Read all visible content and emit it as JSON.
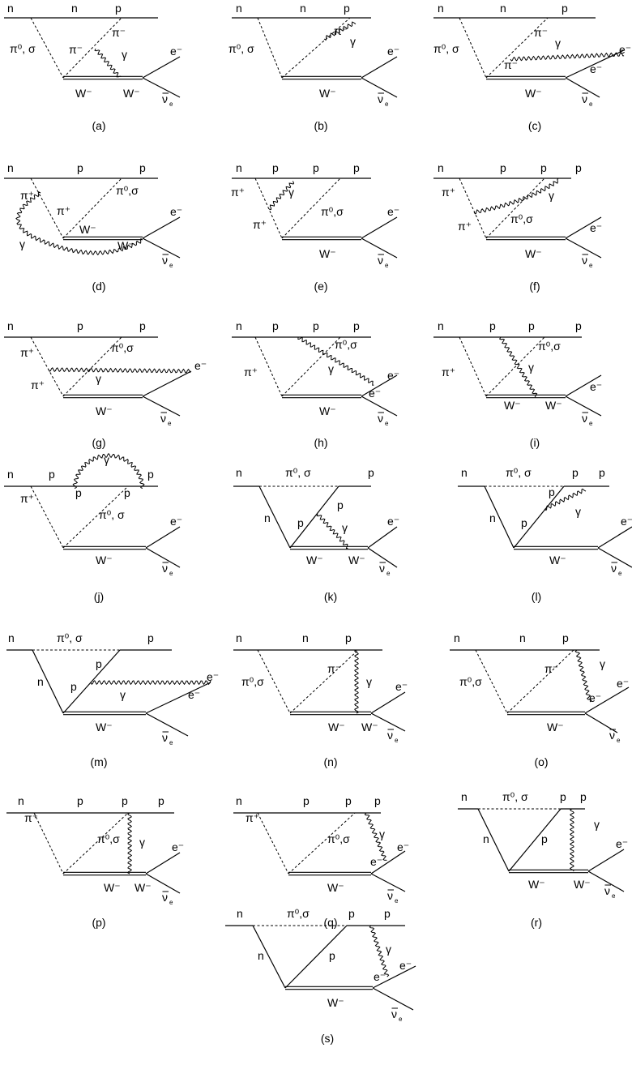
{
  "diagrams": [
    {
      "caption": "(a)",
      "labels": {
        "top_left": "n",
        "top_mid": "n",
        "top_right": "p",
        "meson_left": "π⁰, σ",
        "meson_inner": "π⁻",
        "meson_upper": "π⁻",
        "photon": "γ",
        "w_left": "W⁻",
        "w_right": "W⁻",
        "electron": "e⁻",
        "nu": "ν",
        "nu_sub": "e"
      }
    },
    {
      "caption": "(b)",
      "labels": {
        "top_left": "n",
        "top_mid": "n",
        "top_right": "p",
        "meson_left": "π⁰, σ",
        "meson_upper": "π⁻",
        "photon": "γ",
        "w": "W⁻",
        "electron": "e⁻",
        "nu": "ν",
        "nu_sub": "e"
      }
    },
    {
      "caption": "(c)",
      "labels": {
        "top_left": "n",
        "top_mid": "n",
        "top_right": "p",
        "meson_left": "π⁰, σ",
        "meson_upper": "π⁻",
        "meson_inner": "π⁻",
        "photon": "γ",
        "w": "W⁻",
        "electron_inner": "e⁻",
        "electron": "e⁻",
        "nu": "ν",
        "nu_sub": "e"
      }
    },
    {
      "caption": "(d)",
      "labels": {
        "top_left": "n",
        "top_mid": "p",
        "top_right": "p",
        "meson_left": "π⁺",
        "meson_inner": "π⁺",
        "meson_right": "π⁰,σ",
        "photon": "γ",
        "w_left": "W⁻",
        "w_right": "W⁻",
        "electron": "e⁻",
        "nu": "ν",
        "nu_sub": "e"
      }
    },
    {
      "caption": "(e)",
      "labels": {
        "top_left": "n",
        "top_mid1": "p",
        "top_mid2": "p",
        "top_right": "p",
        "meson_left": "π⁺",
        "meson_inner": "π⁺",
        "meson_right": "π⁰,σ",
        "photon": "γ",
        "w": "W⁻",
        "electron": "e⁻",
        "nu": "ν",
        "nu_sub": "e"
      }
    },
    {
      "caption": "(f)",
      "labels": {
        "top_left": "n",
        "top_mid1": "p",
        "top_mid2": "p",
        "top_right": "p",
        "meson_left": "π⁺",
        "meson_inner": "π⁺",
        "meson_right": "π⁰,σ",
        "photon": "γ",
        "w": "W⁻",
        "electron": "e⁻",
        "nu": "ν",
        "nu_sub": "e"
      }
    },
    {
      "caption": "(g)",
      "labels": {
        "top_left": "n",
        "top_mid": "p",
        "top_right": "p",
        "meson_left": "π⁺",
        "meson_inner": "π⁺",
        "meson_right": "π⁰,σ",
        "photon": "γ",
        "w": "W⁻",
        "electron": "e⁻",
        "nu": "ν",
        "nu_sub": "e"
      }
    },
    {
      "caption": "(h)",
      "labels": {
        "top_left": "n",
        "top_mid1": "p",
        "top_mid2": "p",
        "top_right": "p",
        "meson_left": "π⁺",
        "meson_right": "π⁰,σ",
        "photon": "γ",
        "w": "W⁻",
        "electron_inner": "e⁻",
        "electron": "e⁻",
        "nu": "ν",
        "nu_sub": "e"
      }
    },
    {
      "caption": "(i)",
      "labels": {
        "top_left": "n",
        "top_mid1": "p",
        "top_mid2": "p",
        "top_right": "p",
        "meson_left": "π⁺",
        "meson_right": "π⁰,σ",
        "photon": "γ",
        "w_left": "W⁻",
        "w_right": "W⁻",
        "electron": "e⁻",
        "nu": "ν",
        "nu_sub": "e"
      }
    },
    {
      "caption": "(j)",
      "labels": {
        "top_left": "n",
        "top_mid": "p",
        "top_right": "p",
        "photon": "γ",
        "arc_left": "p",
        "arc_right": "p",
        "meson_left": "π⁺",
        "meson_right": "π⁰, σ",
        "w": "W⁻",
        "electron": "e⁻",
        "nu": "ν",
        "nu_sub": "e"
      }
    },
    {
      "caption": "(k)",
      "labels": {
        "top_left": "n",
        "meson_top": "π⁰, σ",
        "top_right": "p",
        "nucleon_left": "n",
        "nucleon_inner": "p",
        "nucleon_upper": "p",
        "photon": "γ",
        "w_left": "W⁻",
        "w_right": "W⁻",
        "electron": "e⁻",
        "nu": "ν",
        "nu_sub": "e"
      }
    },
    {
      "caption": "(l)",
      "labels": {
        "top_left": "n",
        "meson_top": "π⁰, σ",
        "top_mid": "p",
        "top_right": "p",
        "nucleon_left": "n",
        "nucleon_inner": "p",
        "nucleon_upper": "p",
        "photon": "γ",
        "w": "W⁻",
        "electron": "e⁻",
        "nu": "ν",
        "nu_sub": "e"
      }
    },
    {
      "caption": "(m)",
      "labels": {
        "top_left": "n",
        "meson_top": "π⁰, σ",
        "top_right": "p",
        "nucleon_left": "n",
        "nucleon_inner": "p",
        "nucleon_upper": "p",
        "photon": "γ",
        "w": "W⁻",
        "electron_inner": "e⁻",
        "electron": "e⁻",
        "nu": "ν",
        "nu_sub": "e"
      }
    },
    {
      "caption": "(n)",
      "labels": {
        "top_left": "n",
        "top_mid": "n",
        "top_right": "p",
        "meson_left": "π⁰,σ",
        "meson_inner": "π⁻",
        "photon": "γ",
        "w_left": "W⁻",
        "w_right": "W⁻",
        "electron": "e⁻",
        "nu": "ν",
        "nu_sub": "e"
      }
    },
    {
      "caption": "(o)",
      "labels": {
        "top_left": "n",
        "top_mid": "n",
        "top_right": "p",
        "meson_left": "π⁰,σ",
        "meson_inner": "π⁻",
        "photon": "γ",
        "w": "W⁻",
        "electron_inner": "e⁻",
        "electron": "e⁻",
        "nu": "ν",
        "nu_sub": "e"
      }
    },
    {
      "caption": "(p)",
      "labels": {
        "top_left": "n",
        "top_mid1": "p",
        "top_mid2": "p",
        "top_right": "p",
        "meson_left": "π⁺",
        "meson_right": "π⁰,σ",
        "photon": "γ",
        "w_left": "W⁻",
        "w_right": "W⁻",
        "electron": "e⁻",
        "nu": "ν",
        "nu_sub": "e"
      }
    },
    {
      "caption": "(q)",
      "labels": {
        "top_left": "n",
        "top_mid1": "p",
        "top_mid2": "p",
        "top_right": "p",
        "meson_left": "π⁺",
        "meson_right": "π⁰,σ",
        "photon": "γ",
        "w": "W⁻",
        "electron_inner": "e⁻",
        "electron": "e⁻",
        "nu": "ν",
        "nu_sub": "e"
      }
    },
    {
      "caption": "(r)",
      "labels": {
        "top_left": "n",
        "meson_top": "π⁰, σ",
        "top_mid": "p",
        "top_right": "p",
        "nucleon_left": "n",
        "nucleon_inner": "p",
        "photon": "γ",
        "w_left": "W⁻",
        "w_right": "W⁻",
        "electron": "e⁻",
        "nu": "ν",
        "nu_sub": "e"
      }
    },
    {
      "caption": "(s)",
      "labels": {
        "top_left": "n",
        "meson_top": "π⁰,σ",
        "top_mid": "p",
        "top_right": "p",
        "nucleon_left": "n",
        "nucleon_inner": "p",
        "photon": "γ",
        "w": "W⁻",
        "electron_inner": "e⁻",
        "electron": "e⁻",
        "nu": "ν",
        "nu_sub": "e"
      }
    }
  ]
}
